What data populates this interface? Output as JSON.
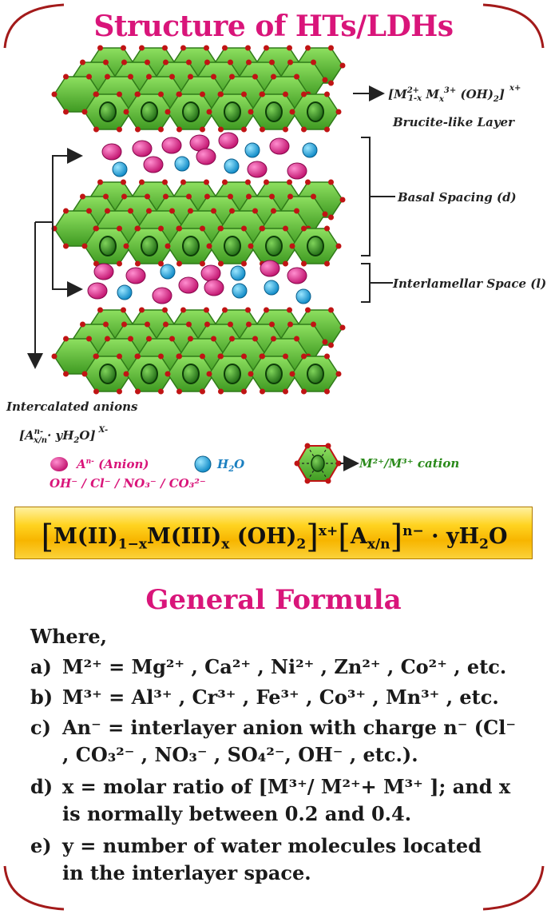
{
  "title": "Structure of HTs/LDHs",
  "labels": {
    "brucite_formula": {
      "prefix": "[M",
      "sup1": "2+",
      "sub1": "1-x",
      "m2": " M",
      "sub2": "x",
      "sup2": "3+",
      "rest": " (OH)",
      "sub3": "2",
      "close": "]",
      "charge": "x+"
    },
    "brucite_layer": "Brucite-like Layer",
    "basal_spacing": "Basal Spacing (d)",
    "interlamellar_space": "Interlamellar Space (l)",
    "intercalated_anions": "Intercalated anions",
    "intercalated_formula": {
      "open": "[A",
      "sup": "n-",
      "sub": "x/n",
      "mid": "· yH",
      "sub2": "2",
      "end": "O]",
      "charge": "X-"
    }
  },
  "legend": {
    "anion_label": "A",
    "anion_sup": "n-",
    "anion_rest": " (Anion)",
    "anion_examples": "OH⁻ / Cl⁻ / NO₃⁻ / CO₃²⁻",
    "water": "H",
    "water_sub": "2",
    "water_end": "O",
    "cation": "M²⁺/M³⁺ cation"
  },
  "formula": {
    "part1": "M(II)",
    "sub1": "1−x",
    "part2": "M(III)",
    "sub2": "x",
    "part3": " (OH)",
    "sub3": "2",
    "sup1": "x+",
    "part4": "A",
    "sub4": "x/n",
    "sup2": "n−",
    "part5": " · yH",
    "sub5": "2",
    "part6": "O"
  },
  "general_formula_title": "General Formula",
  "where": "Where,",
  "items": {
    "a": {
      "label": "a)",
      "text": "M²⁺ = Mg²⁺ , Ca²⁺ , Ni²⁺ , Zn²⁺ , Co²⁺ , etc."
    },
    "b": {
      "label": "b)",
      "text": "M³⁺ = Al³⁺ , Cr³⁺ , Fe³⁺ , Co³⁺ , Mn³⁺ , etc."
    },
    "c": {
      "label": "c)",
      "line1": "An⁻ = interlayer anion with charge n⁻ (Cl⁻",
      "line2": ", CO₃²⁻ , NO₃⁻ , SO₄²⁻, OH⁻ , etc.)."
    },
    "d": {
      "label": "d)",
      "line1": "x = molar ratio of [M³⁺/ M²⁺+ M³⁺ ]; and x",
      "line2": "is normally between 0.2 and 0.4."
    },
    "e": {
      "label": "e)",
      "line1": "y = number of water molecules located",
      "line2": "in the interlayer space."
    }
  },
  "colors": {
    "title": "#d9157a",
    "frame": "#a31a1a",
    "hex_fill": "#5fbf3a",
    "hex_stroke": "#c01414",
    "anion": "#e0218a",
    "water": "#1aa3e0",
    "formula_box": "#f7b500"
  }
}
